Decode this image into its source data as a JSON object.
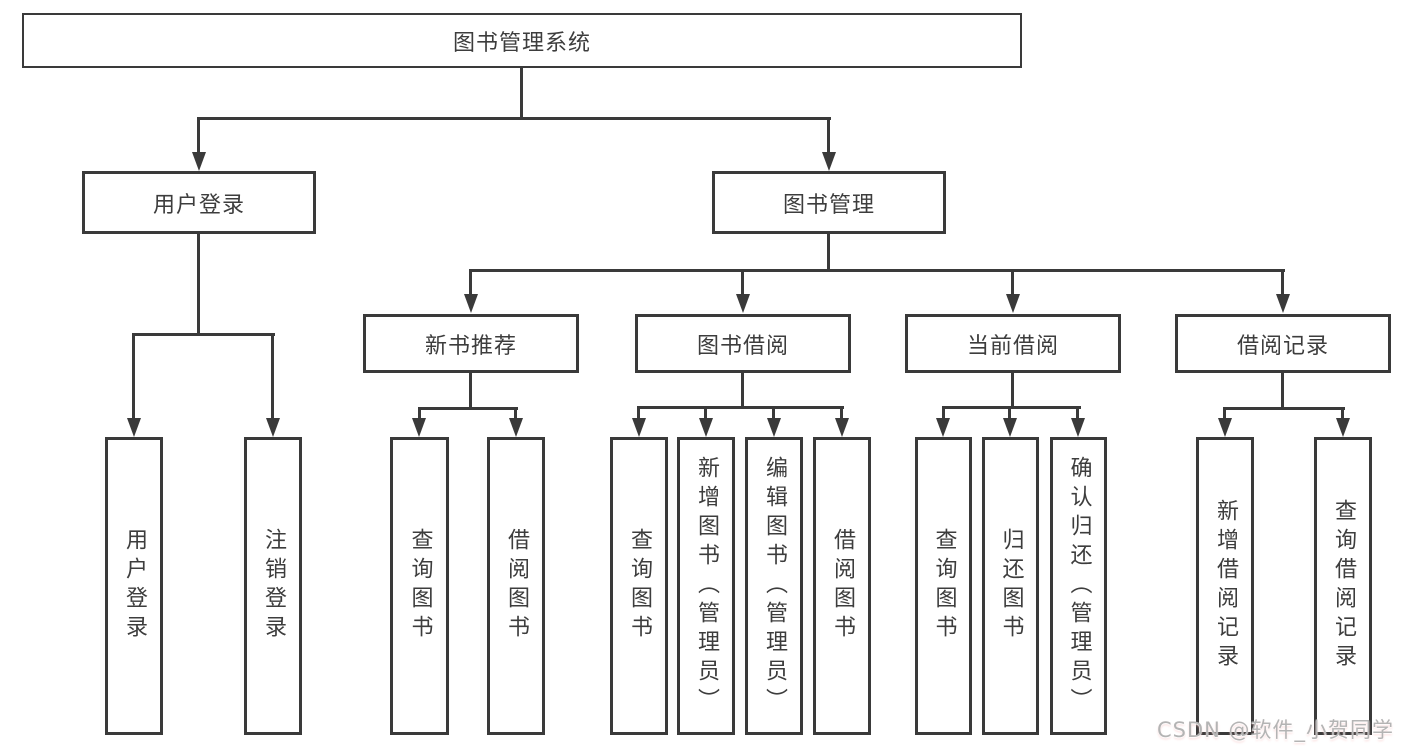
{
  "diagram": {
    "root_label": "图书管理系统",
    "level2": {
      "left": "用户登录",
      "right": "图书管理"
    },
    "level3": [
      "新书推荐",
      "图书借阅",
      "当前借阅",
      "借阅记录"
    ],
    "leaves": {
      "user_login": [
        "用户登录",
        "注销登录"
      ],
      "new_book": [
        "查询图书",
        "借阅图书"
      ],
      "book_borrow": [
        "查询图书",
        "新增图书（管理员）",
        "编辑图书（管理员）",
        "借阅图书"
      ],
      "current_borrow": [
        "查询图书",
        "归还图书",
        "确认归还（管理员）"
      ],
      "borrow_record": [
        "新增借阅记录",
        "查询借阅记录"
      ]
    }
  },
  "watermark": {
    "text": "CSDN @软件_小贺同学",
    "color": "#b4b4b4"
  },
  "colors": {
    "line": "#3a3a3a",
    "text": "#3d3d3d",
    "background": "#ffffff"
  }
}
